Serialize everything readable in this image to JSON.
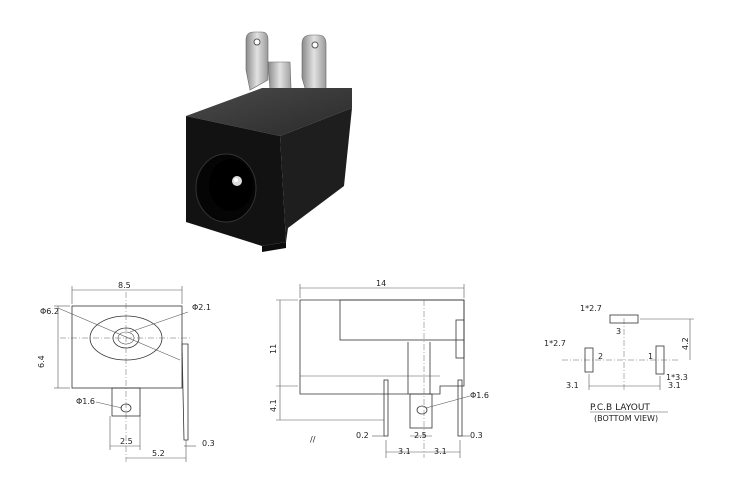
{
  "front_view": {
    "width": "8.5",
    "height": "6.4",
    "outer_dia": "Φ6.2",
    "pin_dia": "Φ2.1",
    "hole_dia": "Φ1.6",
    "pin_spacing": "2.5",
    "pin_thickness": "0.3",
    "offset": "5.2"
  },
  "side_view": {
    "length": "14",
    "height": "11",
    "pin_length": "4.1",
    "hole_dia": "Φ1.6",
    "dim_02": "0.2",
    "dim_25": "2.5",
    "dim_03": "0.3",
    "dim_31a": "3.1",
    "dim_31b": "3.1",
    "mark": "//"
  },
  "pcb_layout": {
    "pad3_size": "1*2.7",
    "pad2_size": "1*2.7",
    "pad1_size": "1*3.3",
    "pad3_label": "3",
    "pad2_label": "2",
    "pad1_label": "1",
    "dim_42": "4.2",
    "dim_31_left": "3.1",
    "dim_31_right": "3.1",
    "title": "P.C.B LAYOUT",
    "subtitle": "(BOTTOM VIEW)"
  }
}
